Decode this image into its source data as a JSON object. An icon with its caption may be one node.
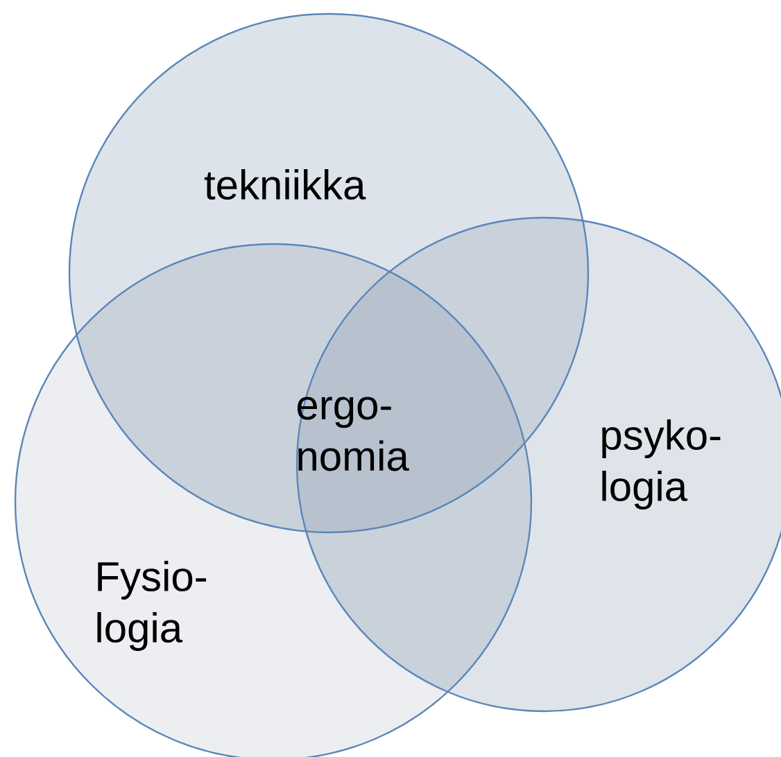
{
  "diagram": {
    "nodes": [
      {
        "text": [
          "tekniikka"
        ]
      },
      {
        "text": [
          "psyko- logia"
        ]
      },
      {
        "text": [
          "Fysio- logia"
        ]
      }
    ],
    "labels": [
      "ergo- nomia"
    ]
  }
}
